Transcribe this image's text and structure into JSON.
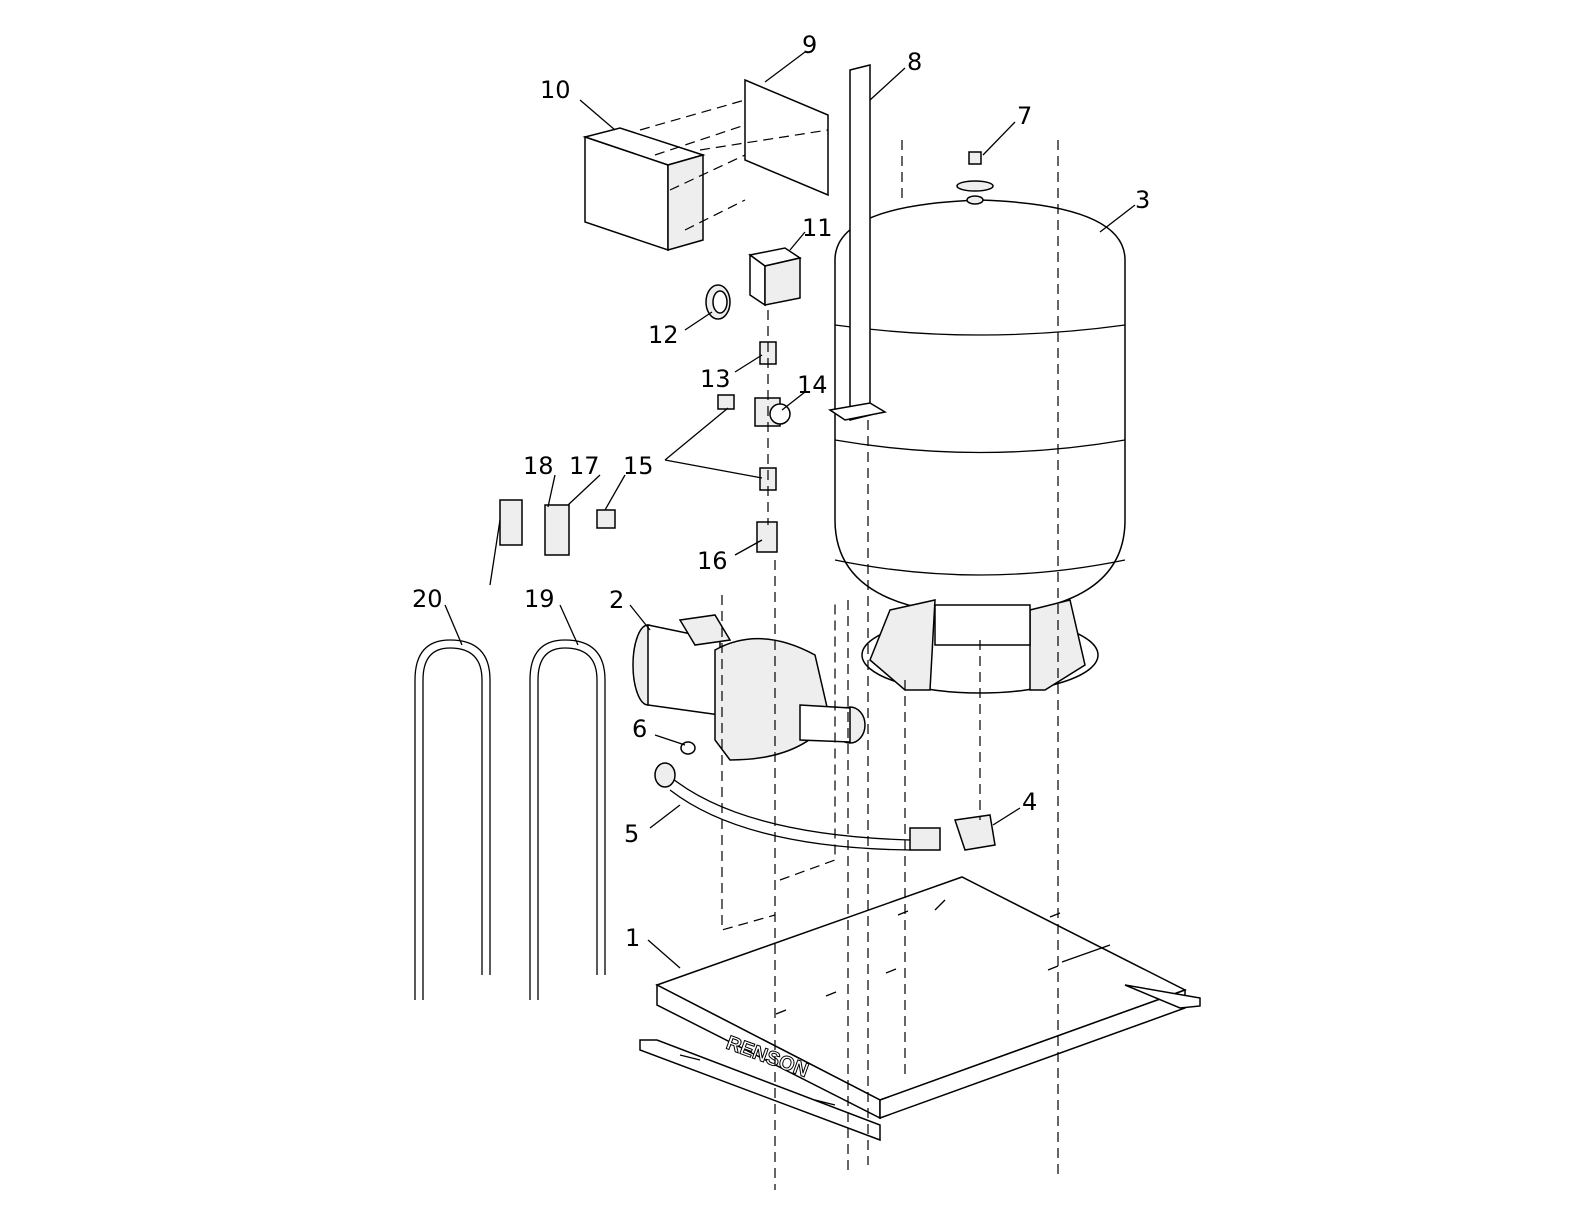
{
  "diagram": {
    "brand_text": "RENSON",
    "callouts": [
      {
        "id": "1",
        "label": "1"
      },
      {
        "id": "2",
        "label": "2"
      },
      {
        "id": "3",
        "label": "3"
      },
      {
        "id": "4",
        "label": "4"
      },
      {
        "id": "5",
        "label": "5"
      },
      {
        "id": "6",
        "label": "6"
      },
      {
        "id": "7",
        "label": "7"
      },
      {
        "id": "8",
        "label": "8"
      },
      {
        "id": "9",
        "label": "9"
      },
      {
        "id": "10",
        "label": "10"
      },
      {
        "id": "11",
        "label": "11"
      },
      {
        "id": "12",
        "label": "12"
      },
      {
        "id": "13",
        "label": "13"
      },
      {
        "id": "14",
        "label": "14"
      },
      {
        "id": "15",
        "label": "15"
      },
      {
        "id": "16",
        "label": "16"
      },
      {
        "id": "17",
        "label": "17"
      },
      {
        "id": "18",
        "label": "18"
      },
      {
        "id": "19",
        "label": "19"
      },
      {
        "id": "20",
        "label": "20"
      }
    ]
  }
}
